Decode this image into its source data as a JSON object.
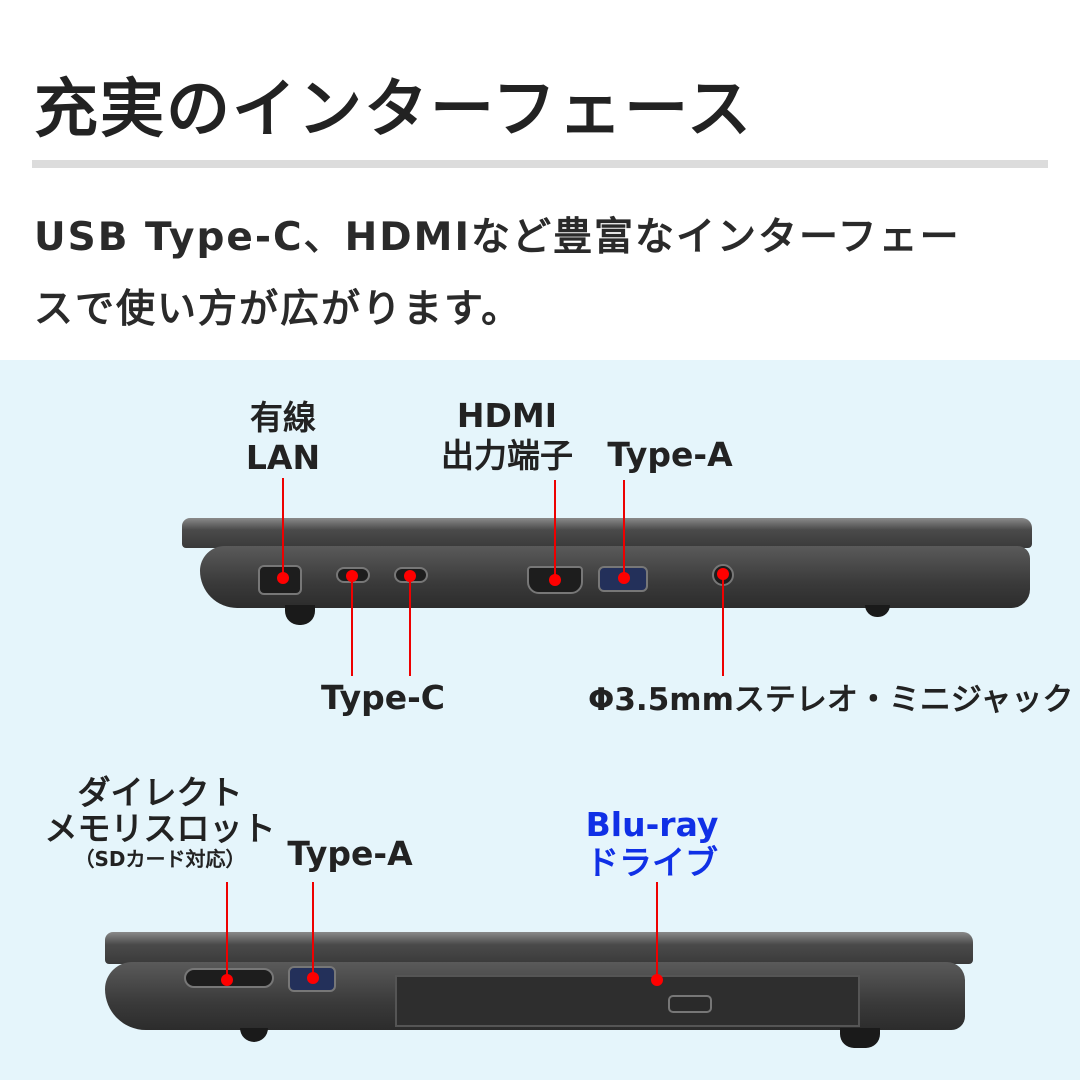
{
  "header": {
    "title": "充実のインターフェース",
    "subtitle_line1": "USB Type-C、HDMIなど豊富なインターフェー",
    "subtitle_line2": "スで使い方が広がります。"
  },
  "right_side": {
    "lan_line1": "有線",
    "lan_line2": "LAN",
    "hdmi_line1": "HDMI",
    "hdmi_line2": "出力端子",
    "type_a": "Type-A",
    "type_c": "Type-C",
    "audio": "Φ3.5mmステレオ・ミニジャック"
  },
  "left_side": {
    "sd_line1": "ダイレクト",
    "sd_line2": "メモリスロット",
    "sd_line3": "（SDカード対応）",
    "type_a": "Type-A",
    "bluray_line1": "Blu-ray",
    "bluray_line2": "ドライブ"
  },
  "colors": {
    "panel": "#e5f5fb",
    "callout": "#ee0000",
    "bluray": "#1030e6"
  }
}
